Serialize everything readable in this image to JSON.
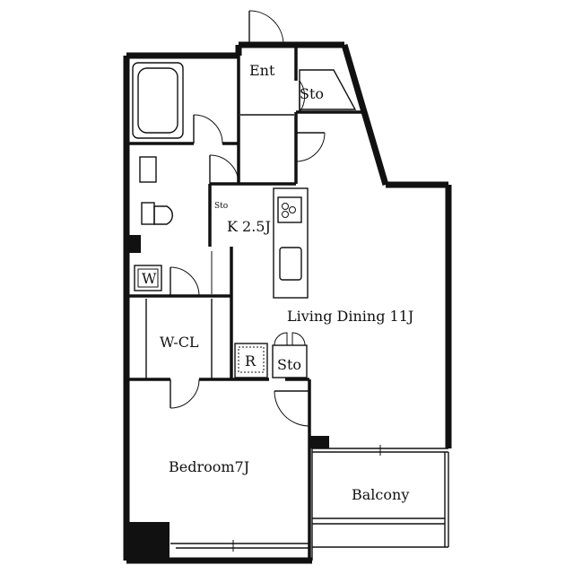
{
  "rooms": {
    "entrance": "Ent",
    "storage_entrance": "Sto",
    "storage_kitchen": "Sto",
    "kitchen": "K 2.5J",
    "living_dining": "Living Dining 11J",
    "washer": "W",
    "walk_in_closet": "W-CL",
    "refrigerator": "R",
    "storage_living": "Sto",
    "bedroom": "Bedroom7J",
    "balcony": "Balcony"
  }
}
